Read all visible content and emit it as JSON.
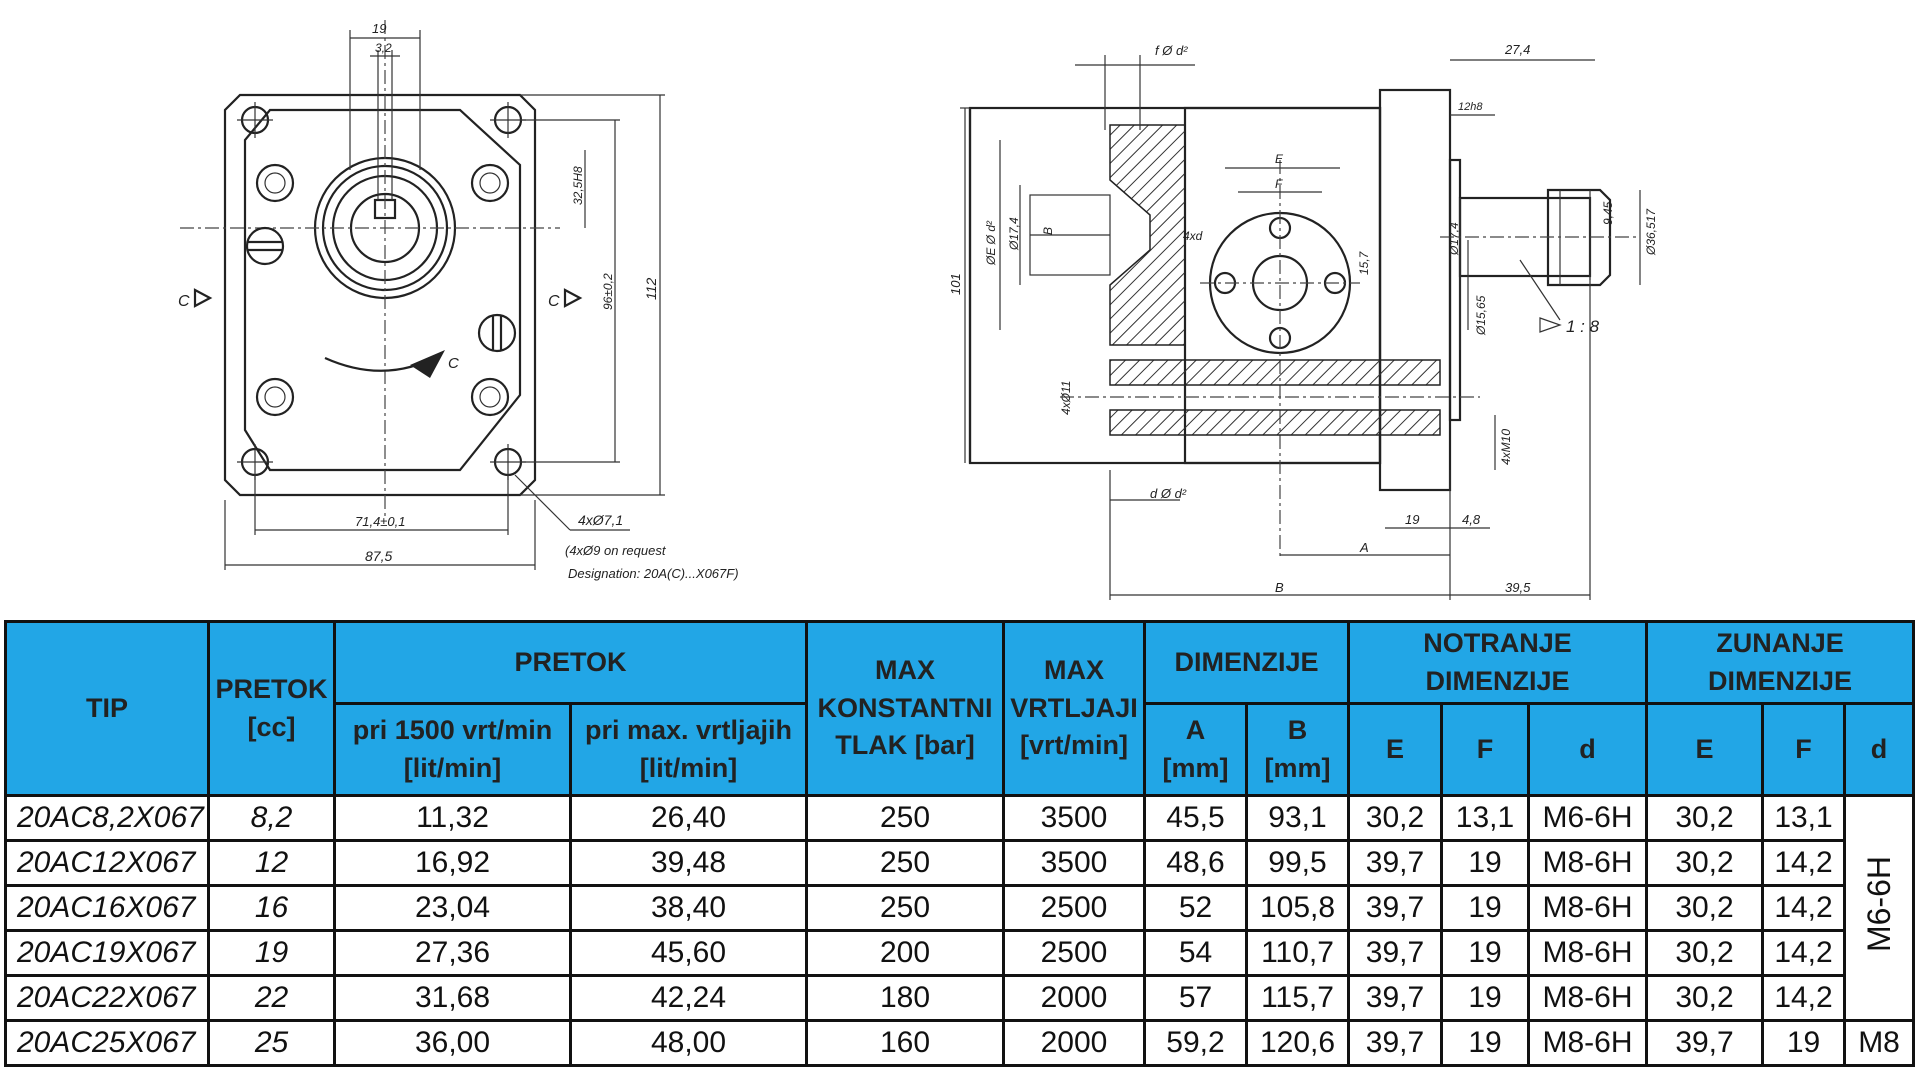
{
  "front_view": {
    "dim_19": "19",
    "dim_3_2": "3,2",
    "dim_32_ch": "32,5H8",
    "dim_96": "96±0,2",
    "dim_112": "112",
    "dim_71_4": "71,4±0,1",
    "dim_87_5": "87,5",
    "dim_holes": "4xØ7,1",
    "note_line1": "(4xØ9 on request",
    "note_line2": "Designation: 20A(C)...X067F)",
    "label_c_left": "C",
    "label_c_right": "C",
    "label_c_rot": "C"
  },
  "side_view": {
    "dim_f_d2": "f Ø d²",
    "dim_27_4": "27,4",
    "dim_12": "12h8",
    "dim_e_top": "E",
    "dim_f_inner": "F",
    "dim_4xd": "4xd",
    "dim_15_7": "15,7",
    "dim_17_4_l": "Ø17,4",
    "dim_b_l": "B",
    "dim_e_d2": "ØE Ø d²",
    "dim_101": "101",
    "dim_17_4_r": "Ø17,4",
    "dim_9_45": "9,45",
    "dim_36": "Ø36,517",
    "dim_15_65": "Ø15,65",
    "dim_taper": "1 : 8",
    "dim_4x_m10": "4xM10",
    "dim_4x_d1": "4xØ11",
    "dim_d_bot": "d Ø d²",
    "dim_19": "19",
    "dim_4_8": "4,8",
    "dim_a": "A",
    "dim_b": "B",
    "dim_39_5": "39,5"
  },
  "table": {
    "headers": {
      "tip": "TIP",
      "pretok_cc": "PRETOK",
      "pretok_cc_unit": "[cc]",
      "pretok": "PRETOK",
      "pri1500": "pri 1500 vrt/min",
      "pri1500_unit": "[lit/min]",
      "primax": "pri max. vrtljajih",
      "primax_unit": "[lit/min]",
      "maxtlak1": "MAX",
      "maxtlak2": "KONSTANTNI",
      "maxtlak3": "TLAK [bar]",
      "maxvrt1": "MAX",
      "maxvrt2": "VRTLJAJI",
      "maxvrt3": "[vrt/min]",
      "dimenzije": "DIMENZIJE",
      "a": "A",
      "a_unit": "[mm]",
      "b": "B",
      "b_unit": "[mm]",
      "notranje1": "NOTRANJE",
      "notranje2": "DIMENZIJE",
      "zunanje1": "ZUNANJE",
      "zunanje2": "DIMENZIJE",
      "e": "E",
      "f": "F",
      "d": "d"
    },
    "rows": [
      {
        "tip": "20AC8,2X067",
        "cc": "8,2",
        "q1500": "11,32",
        "qmax": "26,40",
        "p": "250",
        "n": "3500",
        "a": "45,5",
        "b": "93,1",
        "ne": "30,2",
        "nf": "13,1",
        "nd": "M6-6H",
        "ze": "30,2",
        "zf": "13,1"
      },
      {
        "tip": "20AC12X067",
        "cc": "12",
        "q1500": "16,92",
        "qmax": "39,48",
        "p": "250",
        "n": "3500",
        "a": "48,6",
        "b": "99,5",
        "ne": "39,7",
        "nf": "19",
        "nd": "M8-6H",
        "ze": "30,2",
        "zf": "14,2"
      },
      {
        "tip": "20AC16X067",
        "cc": "16",
        "q1500": "23,04",
        "qmax": "38,40",
        "p": "250",
        "n": "2500",
        "a": "52",
        "b": "105,8",
        "ne": "39,7",
        "nf": "19",
        "nd": "M8-6H",
        "ze": "30,2",
        "zf": "14,2"
      },
      {
        "tip": "20AC19X067",
        "cc": "19",
        "q1500": "27,36",
        "qmax": "45,60",
        "p": "200",
        "n": "2500",
        "a": "54",
        "b": "110,7",
        "ne": "39,7",
        "nf": "19",
        "nd": "M8-6H",
        "ze": "30,2",
        "zf": "14,2"
      },
      {
        "tip": "20AC22X067",
        "cc": "22",
        "q1500": "31,68",
        "qmax": "42,24",
        "p": "180",
        "n": "2000",
        "a": "57",
        "b": "115,7",
        "ne": "39,7",
        "nf": "19",
        "nd": "M8-6H",
        "ze": "30,2",
        "zf": "14,2"
      },
      {
        "tip": "20AC25X067",
        "cc": "25",
        "q1500": "36,00",
        "qmax": "48,00",
        "p": "160",
        "n": "2000",
        "a": "59,2",
        "b": "120,6",
        "ne": "39,7",
        "nf": "19",
        "nd": "M8-6H",
        "ze": "39,7",
        "zf": "19"
      }
    ],
    "zd_merged": "M6-6H",
    "zd_last": "M8"
  }
}
